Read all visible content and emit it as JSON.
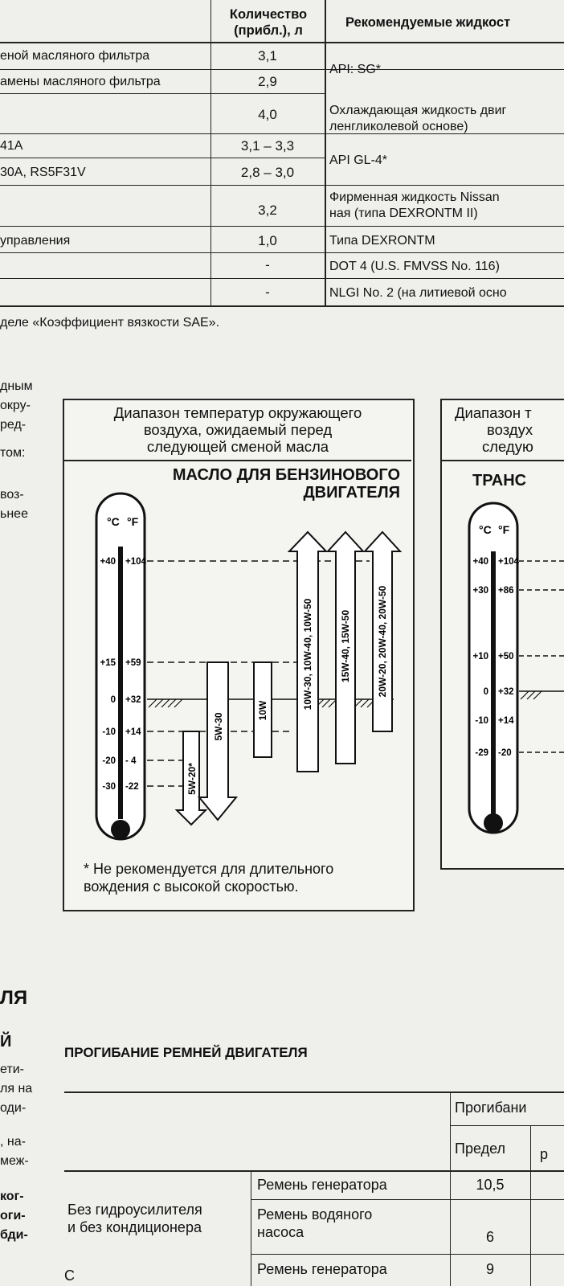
{
  "table": {
    "header": {
      "quantity": [
        "Количество",
        "(прибл.), л"
      ],
      "recommended": "Рекомендуемые жидкост"
    },
    "rows": [
      {
        "name": "еной масляного фильтра",
        "qty": "3,1"
      },
      {
        "name": "амены масляного фильтра",
        "qty": "2,9"
      },
      {
        "name": "",
        "qty": "4,0"
      },
      {
        "name": "41A",
        "qty": "3,1 – 3,3"
      },
      {
        "name": "30A, RS5F31V",
        "qty": "2,8 – 3,0"
      },
      {
        "name": "",
        "qty": "3,2"
      },
      {
        "name": "управления",
        "qty": "1,0"
      },
      {
        "name": "",
        "qty": "-"
      },
      {
        "name": "",
        "qty": "-"
      }
    ],
    "fluids": {
      "api_sg": "API: SG*",
      "coolant": [
        "Охлаждающая жидкость двиг",
        "ленгликолевой основе)"
      ],
      "api_gl4": "API GL-4*",
      "nissan": [
        "Фирменная жидкость Nissan",
        "ная (типа DEXRONTM II)"
      ],
      "dexron": "Типа DEXRONTM",
      "dot4": "DOT 4 (U.S. FMVSS No. 116)",
      "nlgi": "NLGI No. 2 (на литиевой осно"
    },
    "footnote": "деле «Коэффициент вязкости SAE»."
  },
  "left_fragments": [
    "дным",
    "окру-",
    "ред-",
    "том:",
    "воз-",
    "ьнее"
  ],
  "oil_chart": {
    "title": [
      "Диапазон температур окружающего",
      "воздуха, ожидаемый перед",
      "следующей сменой масла"
    ],
    "oil_type": [
      "МАСЛО ДЛЯ БЕНЗИНОВОГО",
      "ДВИГАТЕЛЯ"
    ],
    "unit_c": "°C",
    "unit_f": "°F",
    "celsius_ticks": [
      "+40",
      "+15",
      "0",
      "-10",
      "-20",
      "-30"
    ],
    "fahrenheit_ticks": [
      "+104",
      "+59",
      "+32",
      "+14",
      "- 4",
      "-22"
    ],
    "grades": [
      "5W-20*",
      "5W-30",
      "10W",
      "10W-30, 10W-40, 10W-50",
      "15W-40, 15W-50",
      "20W-20, 20W-40, 20W-50"
    ],
    "footnote": [
      "* Не рекомендуется для длительного",
      "вождения с высокой скоростью."
    ]
  },
  "trans_chart": {
    "title": [
      "Диапазон т",
      "воздух",
      "следую"
    ],
    "label": "ТРАНС",
    "unit_c": "°C",
    "unit_f": "°F",
    "celsius_ticks": [
      "+40",
      "+30",
      "+10",
      "0",
      "-10",
      "-29"
    ],
    "fahrenheit_ticks": [
      "+104",
      "+86",
      "+50",
      "+32",
      "+14",
      "-20"
    ]
  },
  "left_headings": [
    "ЛЯ",
    "Й"
  ],
  "left_body": [
    "ети-",
    "ля на",
    "оди-",
    ", на-",
    "меж-",
    "ког-",
    "оги-",
    "бди-"
  ],
  "belt_section": {
    "title": "ПРОГИБАНИЕ РЕМНЕЙ ДВИГАТЕЛЯ",
    "col_header": "Прогибани",
    "sub_header": "Предел",
    "sub_header2": "р",
    "group1": [
      "Без гидроусилителя",
      "и без кондиционера"
    ],
    "rows": [
      {
        "belt": "Ремень генератора",
        "limit": "10,5"
      },
      {
        "belt": [
          "Ремень водяного",
          "насоса"
        ],
        "limit": "6"
      },
      {
        "belt": "Ремень генератора",
        "limit": "9"
      }
    ],
    "bottom_frag": "С"
  }
}
